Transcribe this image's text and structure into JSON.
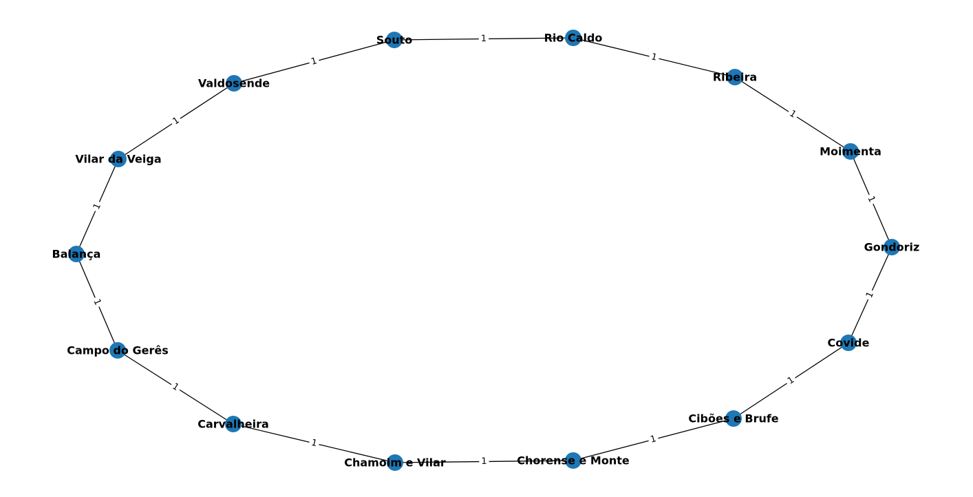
{
  "graph": {
    "node_color": "#1f77b4",
    "edge_color": "#000000",
    "nodes": [
      "Souto",
      "Rio Caldo",
      "Ribeira",
      "Moimenta",
      "Gondoriz",
      "Covide",
      "Cibões e Brufe",
      "Chorense e Monte",
      "Chamoim e Vilar",
      "Carvalheira",
      "Campo do Gerês",
      "Balança",
      "Vilar da Veiga",
      "Valdosende"
    ],
    "edges": [
      {
        "source": "Souto",
        "target": "Rio Caldo",
        "label": "1"
      },
      {
        "source": "Rio Caldo",
        "target": "Ribeira",
        "label": "1"
      },
      {
        "source": "Ribeira",
        "target": "Moimenta",
        "label": "1"
      },
      {
        "source": "Moimenta",
        "target": "Gondoriz",
        "label": "1"
      },
      {
        "source": "Gondoriz",
        "target": "Covide",
        "label": "1"
      },
      {
        "source": "Covide",
        "target": "Cibões e Brufe",
        "label": "1"
      },
      {
        "source": "Cibões e Brufe",
        "target": "Chorense e Monte",
        "label": "1"
      },
      {
        "source": "Chorense e Monte",
        "target": "Chamoim e Vilar",
        "label": "1"
      },
      {
        "source": "Chamoim e Vilar",
        "target": "Carvalheira",
        "label": "1"
      },
      {
        "source": "Carvalheira",
        "target": "Campo do Gerês",
        "label": "1"
      },
      {
        "source": "Campo do Gerês",
        "target": "Balança",
        "label": "1"
      },
      {
        "source": "Balança",
        "target": "Vilar da Veiga",
        "label": "1"
      },
      {
        "source": "Vilar da Veiga",
        "target": "Valdosende",
        "label": "1"
      },
      {
        "source": "Valdosende",
        "target": "Souto",
        "label": "1"
      }
    ]
  }
}
